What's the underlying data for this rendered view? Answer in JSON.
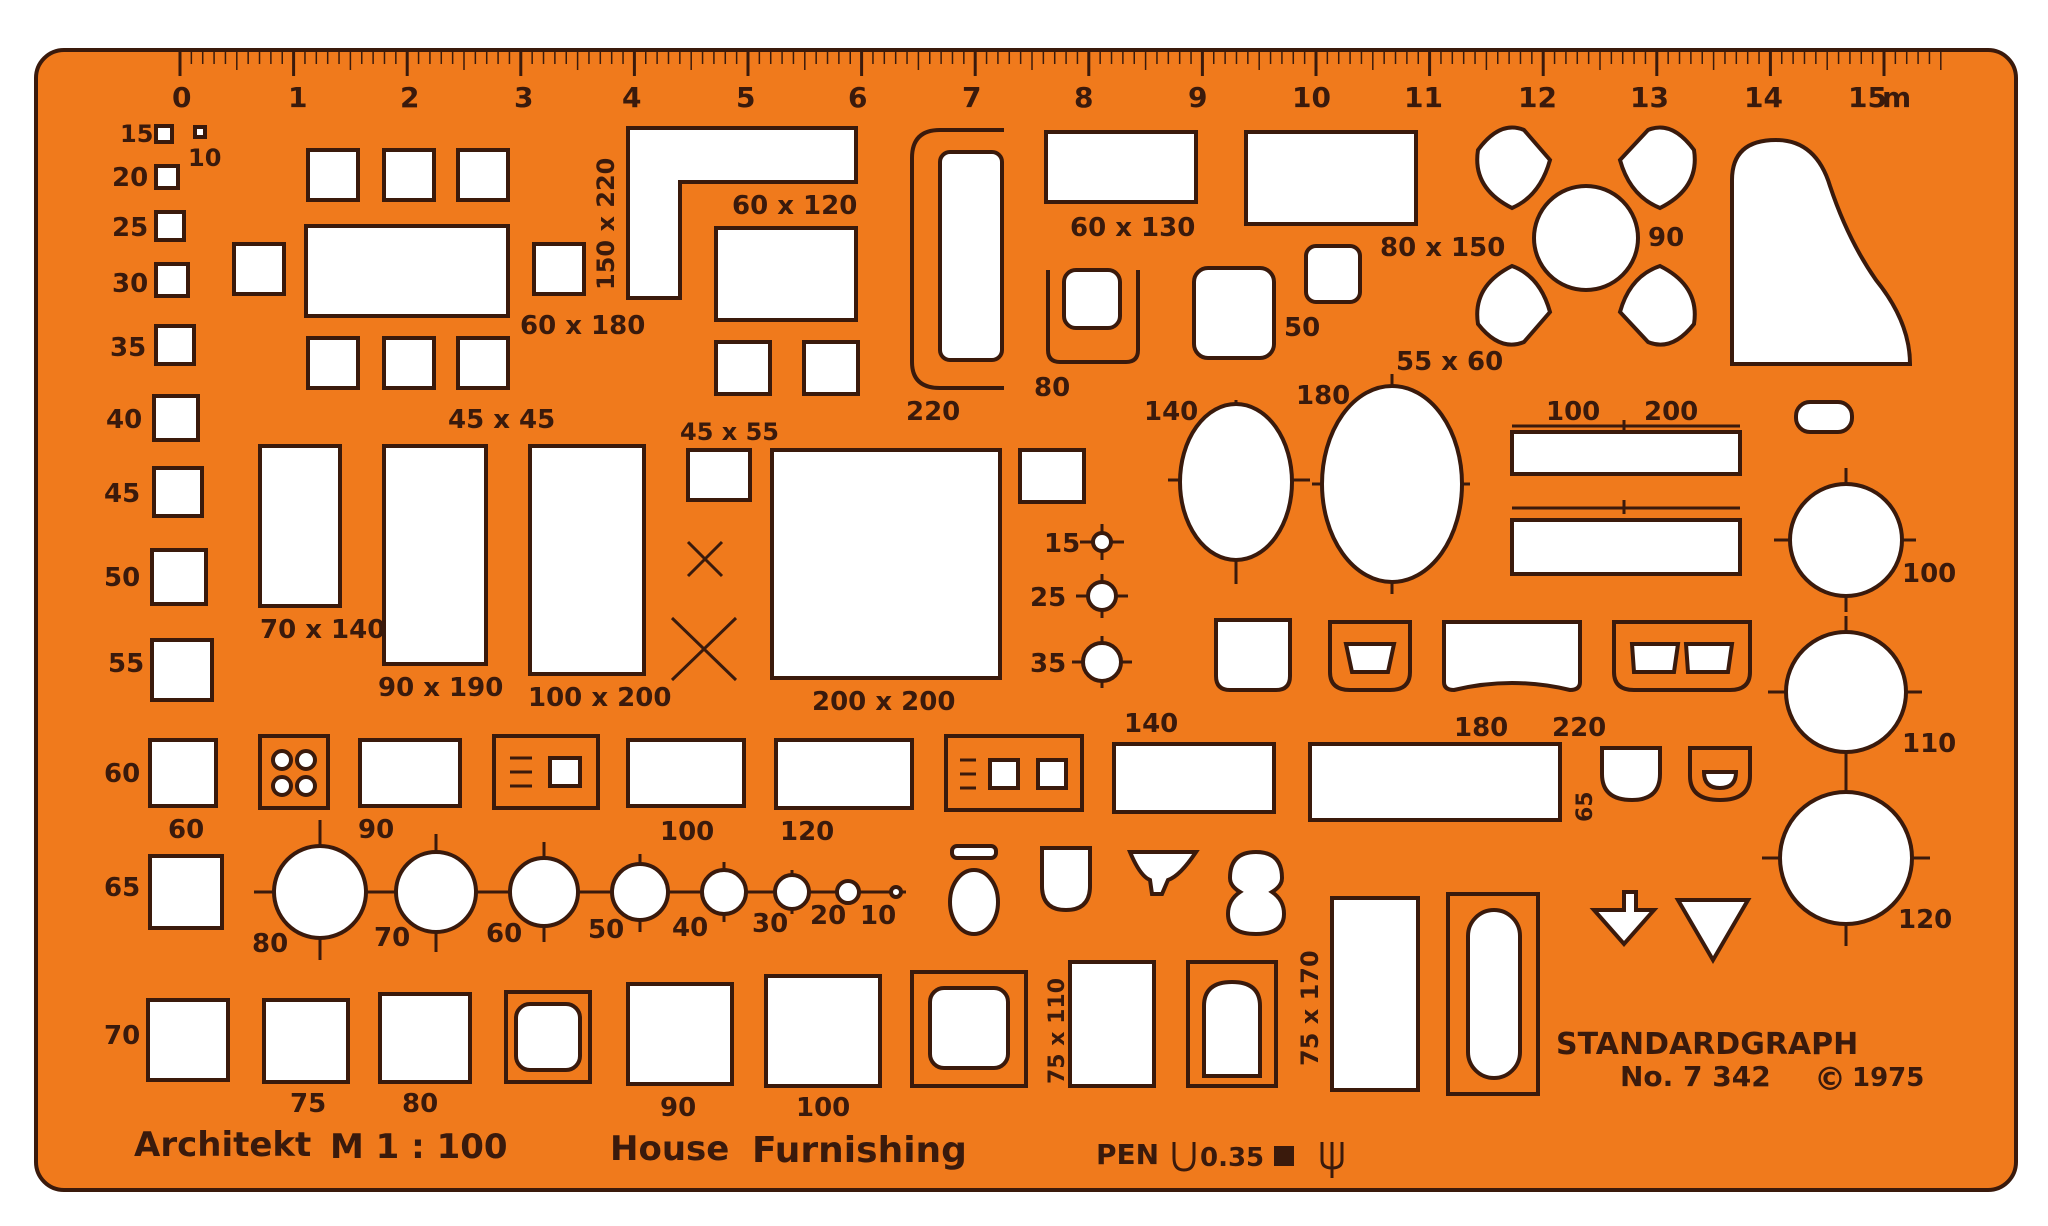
{
  "colors": {
    "plate": "#f07a1c",
    "ink": "#3a1a0c",
    "cutout": "#ffffff"
  },
  "ruler": {
    "labels": [
      "0",
      "1",
      "2",
      "3",
      "4",
      "5",
      "6",
      "7",
      "8",
      "9",
      "10",
      "11",
      "12",
      "13",
      "14",
      "15"
    ],
    "unit": "m"
  },
  "squares_labels": [
    "15",
    "20",
    "25",
    "30",
    "35",
    "40",
    "45",
    "50",
    "55",
    "60",
    "65",
    "70"
  ],
  "small_square_label": "10",
  "furniture_labels": {
    "table_60x180": "60 x 180",
    "chair_45x45": "45 x 45",
    "corner_150x220": "150 x 220",
    "corner_60x120": "60 x 120",
    "chair_45x55": "45 x 55",
    "sofa_220": "220",
    "chair_80": "80",
    "table_60x130": "60 x 130",
    "chair_50": "50",
    "table_80x150": "80 x 150",
    "round_90": "90",
    "bed_70x140": "70 x 140",
    "bed_90x190": "90 x 190",
    "bed_100x200": "100 x 200",
    "bed_200x200": "200 x 200",
    "dot_15": "15",
    "dot_25": "25",
    "dot_35": "35",
    "oval_140": "140",
    "oval_180": "180",
    "oval_55x60": "55 x 60",
    "rect_100": "100",
    "rect_200": "200",
    "circle_100": "100",
    "circle_110": "110",
    "circle_120": "120",
    "counter_60": "60",
    "counter_90": "90",
    "counter_100": "100",
    "counter_120": "120",
    "counter_140": "140",
    "counter_180": "180",
    "counter_220": "220",
    "counter_65": "65",
    "circles": [
      "80",
      "70",
      "60",
      "50",
      "40",
      "30",
      "20",
      "10"
    ],
    "sq_75": "75",
    "sq_80": "80",
    "sq_90": "90",
    "sq_100": "100",
    "shower_75x110": "75 x 110",
    "bath_75x170": "75 x 170"
  },
  "footer": {
    "architekt": "Architekt",
    "scale": "M 1 : 100",
    "house": "House",
    "furnishing": "Furnishing",
    "pen": "PEN",
    "pen_size": "0.35"
  },
  "brand": {
    "name": "STANDARDGRAPH",
    "model": "No. 7 342",
    "copyright": "©",
    "year": "1975"
  }
}
